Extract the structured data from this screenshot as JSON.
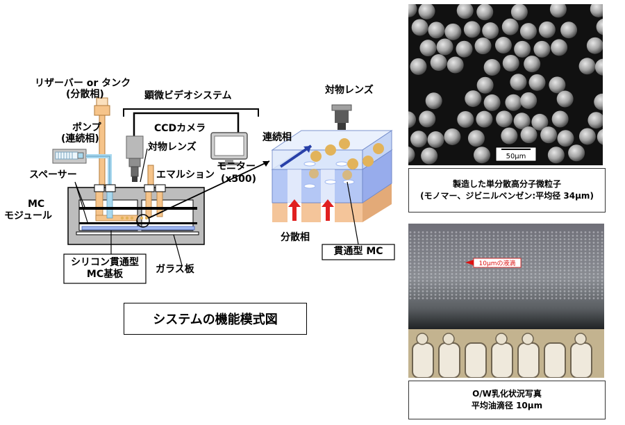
{
  "diagram": {
    "reservoir_label": "リザーバー or タンク",
    "reservoir_sub": "(分散相)",
    "pump_label": "ポンプ",
    "pump_sub": "(連続相)",
    "spacer_label": "スペーサー",
    "mc_module_label_1": "MC",
    "mc_module_label_2": "モジュール",
    "video_system_label": "顕微ビデオシステム",
    "ccd_label": "CCDカメラ",
    "objective_label_left": "対物レンズ",
    "emulsion_label": "エマルション",
    "monitor_label": "モニター",
    "monitor_mag": "(x500)",
    "substrate_label_1": "シリコン貫通型",
    "substrate_label_2": "MC基板",
    "glass_label": "ガラス板",
    "objective_label_right": "対物レンズ",
    "continuous_phase_label": "連続相",
    "dispersed_phase_label": "分散相",
    "through_mc_label": "貫通型 MC",
    "figure_title": "システムの機能模式図"
  },
  "photos": {
    "sem_scale": "50μm",
    "sem_caption_1": "製造した単分散高分子微粒子",
    "sem_caption_2": "(モノマー、ジビニルベンゼン:平均径 34μm)",
    "micro_annotation": "10μmの液滴",
    "micro_caption_1": "O/W乳化状況写真",
    "micro_caption_2": "平均油滴径 10μm"
  },
  "colors": {
    "pipe_orange": "#f6c48a",
    "pipe_blue": "#a8d8ef",
    "chip_blue": "#9fb7f0",
    "dispersed_peach": "#f4c59a",
    "droplet_gold": "#e2b35a",
    "arrow_red": "#e02020"
  }
}
